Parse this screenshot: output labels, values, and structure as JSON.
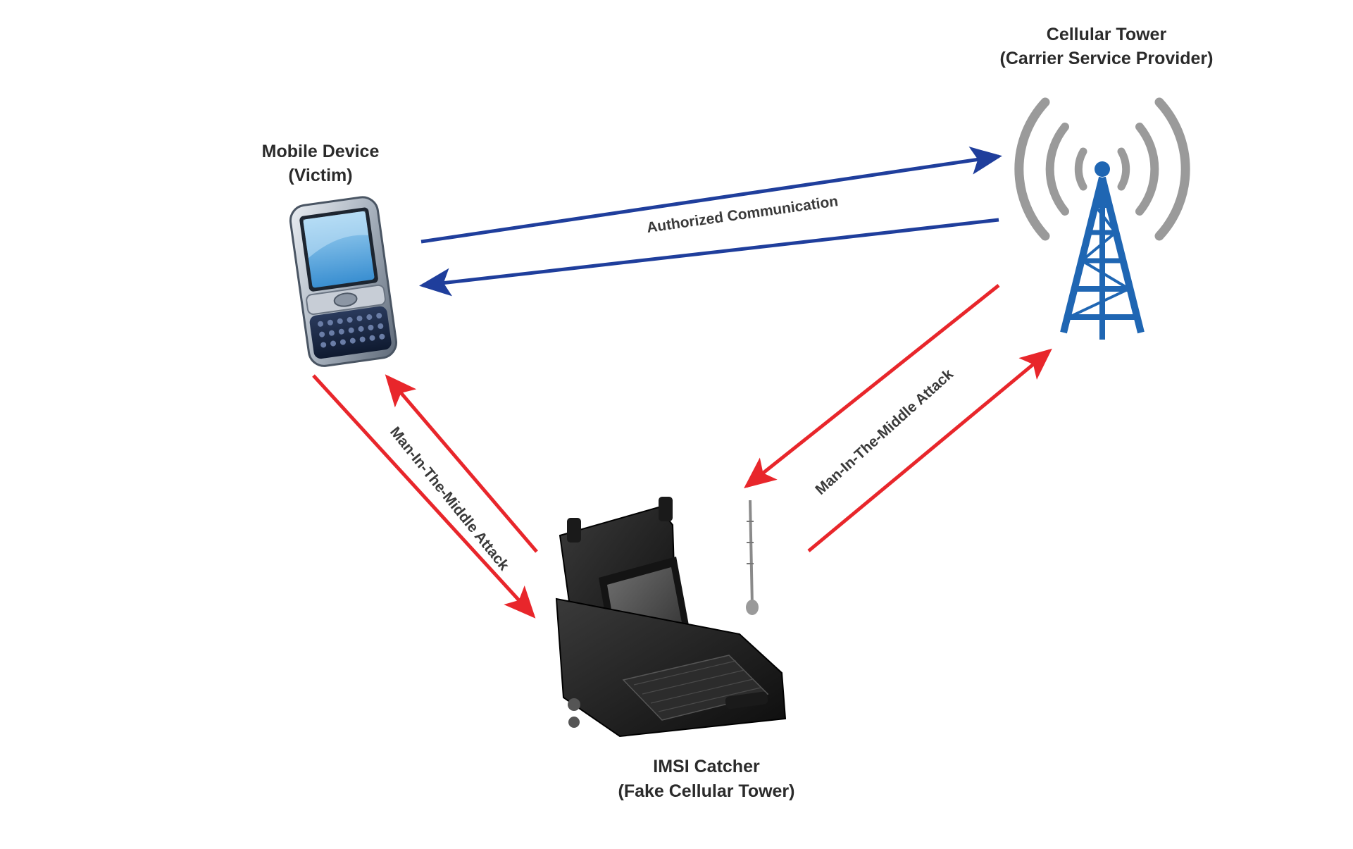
{
  "colors": {
    "authorized": "#1f3e9c",
    "attack": "#e8262b",
    "tower": "#1f66b3",
    "waves": "#9a9a9a",
    "text": "#2b2b2b",
    "background": "#ffffff"
  },
  "nodes": {
    "mobile": {
      "title": "Mobile Device",
      "subtitle": "(Victim)",
      "icon": "smartphone-icon"
    },
    "tower": {
      "title": "Cellular Tower",
      "subtitle": "(Carrier Service Provider)",
      "icon": "cell-tower-icon"
    },
    "imsi": {
      "title": "IMSI Catcher",
      "subtitle": "(Fake Cellular Tower)",
      "icon": "laptop-case-icon"
    }
  },
  "edges": {
    "authorized_label": "Authorized Communication",
    "mitm_left_label": "Man-In-The-Middle Attack",
    "mitm_right_label": "Man-In-The-Middle Attack"
  }
}
